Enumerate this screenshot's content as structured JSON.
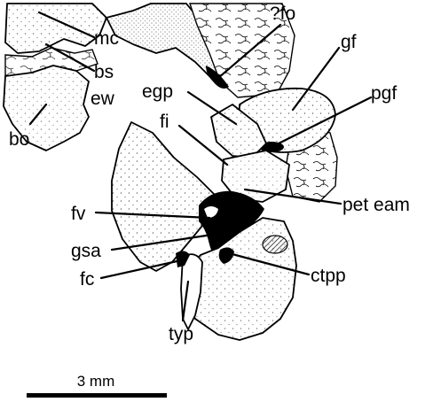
{
  "labels": {
    "mc": "mc",
    "fo": "?fo",
    "gf": "gf",
    "bs": "bs",
    "ew": "ew",
    "egp": "egp",
    "pgf": "pgf",
    "bo": "bo",
    "fi": "fi",
    "pet_eam": "pet eam",
    "fv": "fv",
    "gsa": "gsa",
    "fc": "fc",
    "ctpp": "ctpp",
    "typ": "typ"
  },
  "scale_bar": {
    "label": "3 mm"
  },
  "colors": {
    "ink": "#000000",
    "paper": "#ffffff"
  }
}
